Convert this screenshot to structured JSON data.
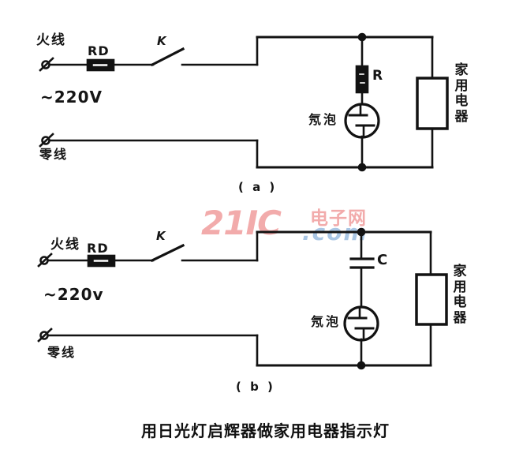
{
  "colors": {
    "line": "#121212",
    "watermark_pink": "#f2abab",
    "watermark_blue": "#a9c6e4"
  },
  "watermark": {
    "brand": "21IC",
    "site": "电子网",
    "domain": ".com"
  },
  "circuit_a": {
    "caption": "( a )",
    "live_wire_label": "火线",
    "fuse_label": "RD",
    "switch_label": "K",
    "voltage_label": "~220V",
    "neutral_wire_label": "零线",
    "resistor_label": "R",
    "neon_bulb_label": "氖泡",
    "appliance_label": "家用电器"
  },
  "circuit_b": {
    "caption": "( b )",
    "live_wire_label": "火线",
    "fuse_label": "RD",
    "switch_label": "K",
    "voltage_label": "~220v",
    "neutral_wire_label": "零线",
    "capacitor_label": "C",
    "neon_bulb_label": "氖泡",
    "appliance_label": "家用电器"
  },
  "figure_caption": "用日光灯启辉器做家用电器指示灯"
}
